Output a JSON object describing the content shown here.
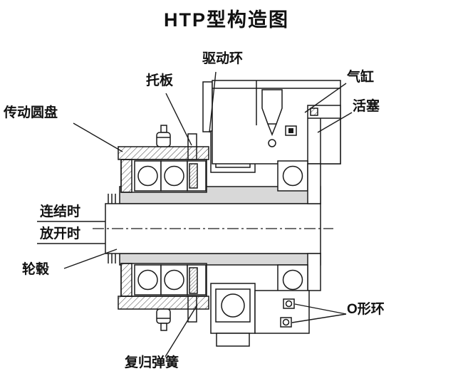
{
  "title": "HTP型构造图",
  "labels": {
    "drive_ring": "驱动环",
    "support_plate": "托板",
    "cylinder": "气缸",
    "piston": "活塞",
    "drive_disc": "传动圆盘",
    "connected": "连结时",
    "released": "放开时",
    "hub": "轮毂",
    "return_spring": "复归弹簧",
    "o_ring": "O形环"
  },
  "colors": {
    "line": "#1a1a1a",
    "background": "#ffffff",
    "flange_gray": "#d8d8d8"
  }
}
